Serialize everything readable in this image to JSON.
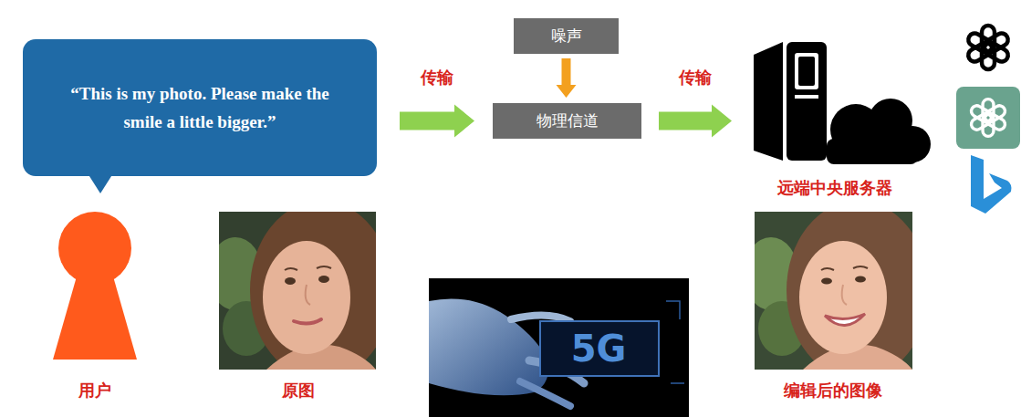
{
  "diagram": {
    "nodes": [
      {
        "text": [
          "“This is my photo. Please make the smile a little bigger.”"
        ]
      },
      {
        "text": [
          "噪声"
        ]
      },
      {
        "text": [
          "物理信道"
        ]
      },
      {
        "text": [
          "远端中央服务器"
        ]
      }
    ],
    "edges": [
      {
        "from": 0,
        "to": 2,
        "label": "传输",
        "arrow": "to"
      },
      {
        "from": 1,
        "to": 2,
        "arrow": "to"
      },
      {
        "from": 2,
        "to": 3,
        "label": "传输",
        "arrow": "to"
      }
    ],
    "labels": [
      "用户",
      "原图",
      "5G",
      "编辑后的图像"
    ]
  }
}
